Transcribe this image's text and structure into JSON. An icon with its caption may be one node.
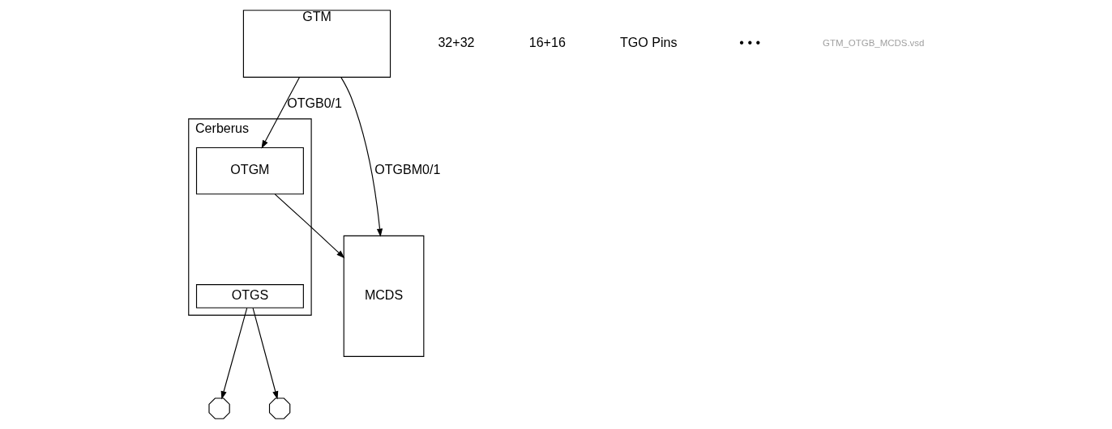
{
  "diagram": {
    "nodes": [
      {
        "text": [
          "GTM"
        ]
      },
      {
        "text": [
          "MCDS"
        ]
      },
      {
        "text": [
          "Cerberus"
        ]
      },
      {
        "text": [
          "OTGM"
        ],
        "in": 2
      },
      {
        "text": [
          "OTGS"
        ],
        "in": 2
      },
      {
        "text": [],
        "shape": "octagon"
      },
      {
        "text": [],
        "shape": "octagon"
      }
    ],
    "edges": [
      {
        "from": 0,
        "to": 3,
        "arrow": "to",
        "label": "OTGB0/1"
      },
      {
        "from": 0,
        "to": 1,
        "arrow": "to",
        "label": "OTGBM0/1"
      },
      {
        "from": 3,
        "to": 1,
        "arrow": "to"
      },
      {
        "from": 4,
        "to": 5,
        "arrow": "to"
      },
      {
        "from": 4,
        "to": 6,
        "arrow": "to"
      }
    ],
    "labels": [
      "32+32",
      "16+16",
      "TGO Pins",
      "• • •",
      "GTM_OTGB_MCDS.vsd"
    ]
  }
}
